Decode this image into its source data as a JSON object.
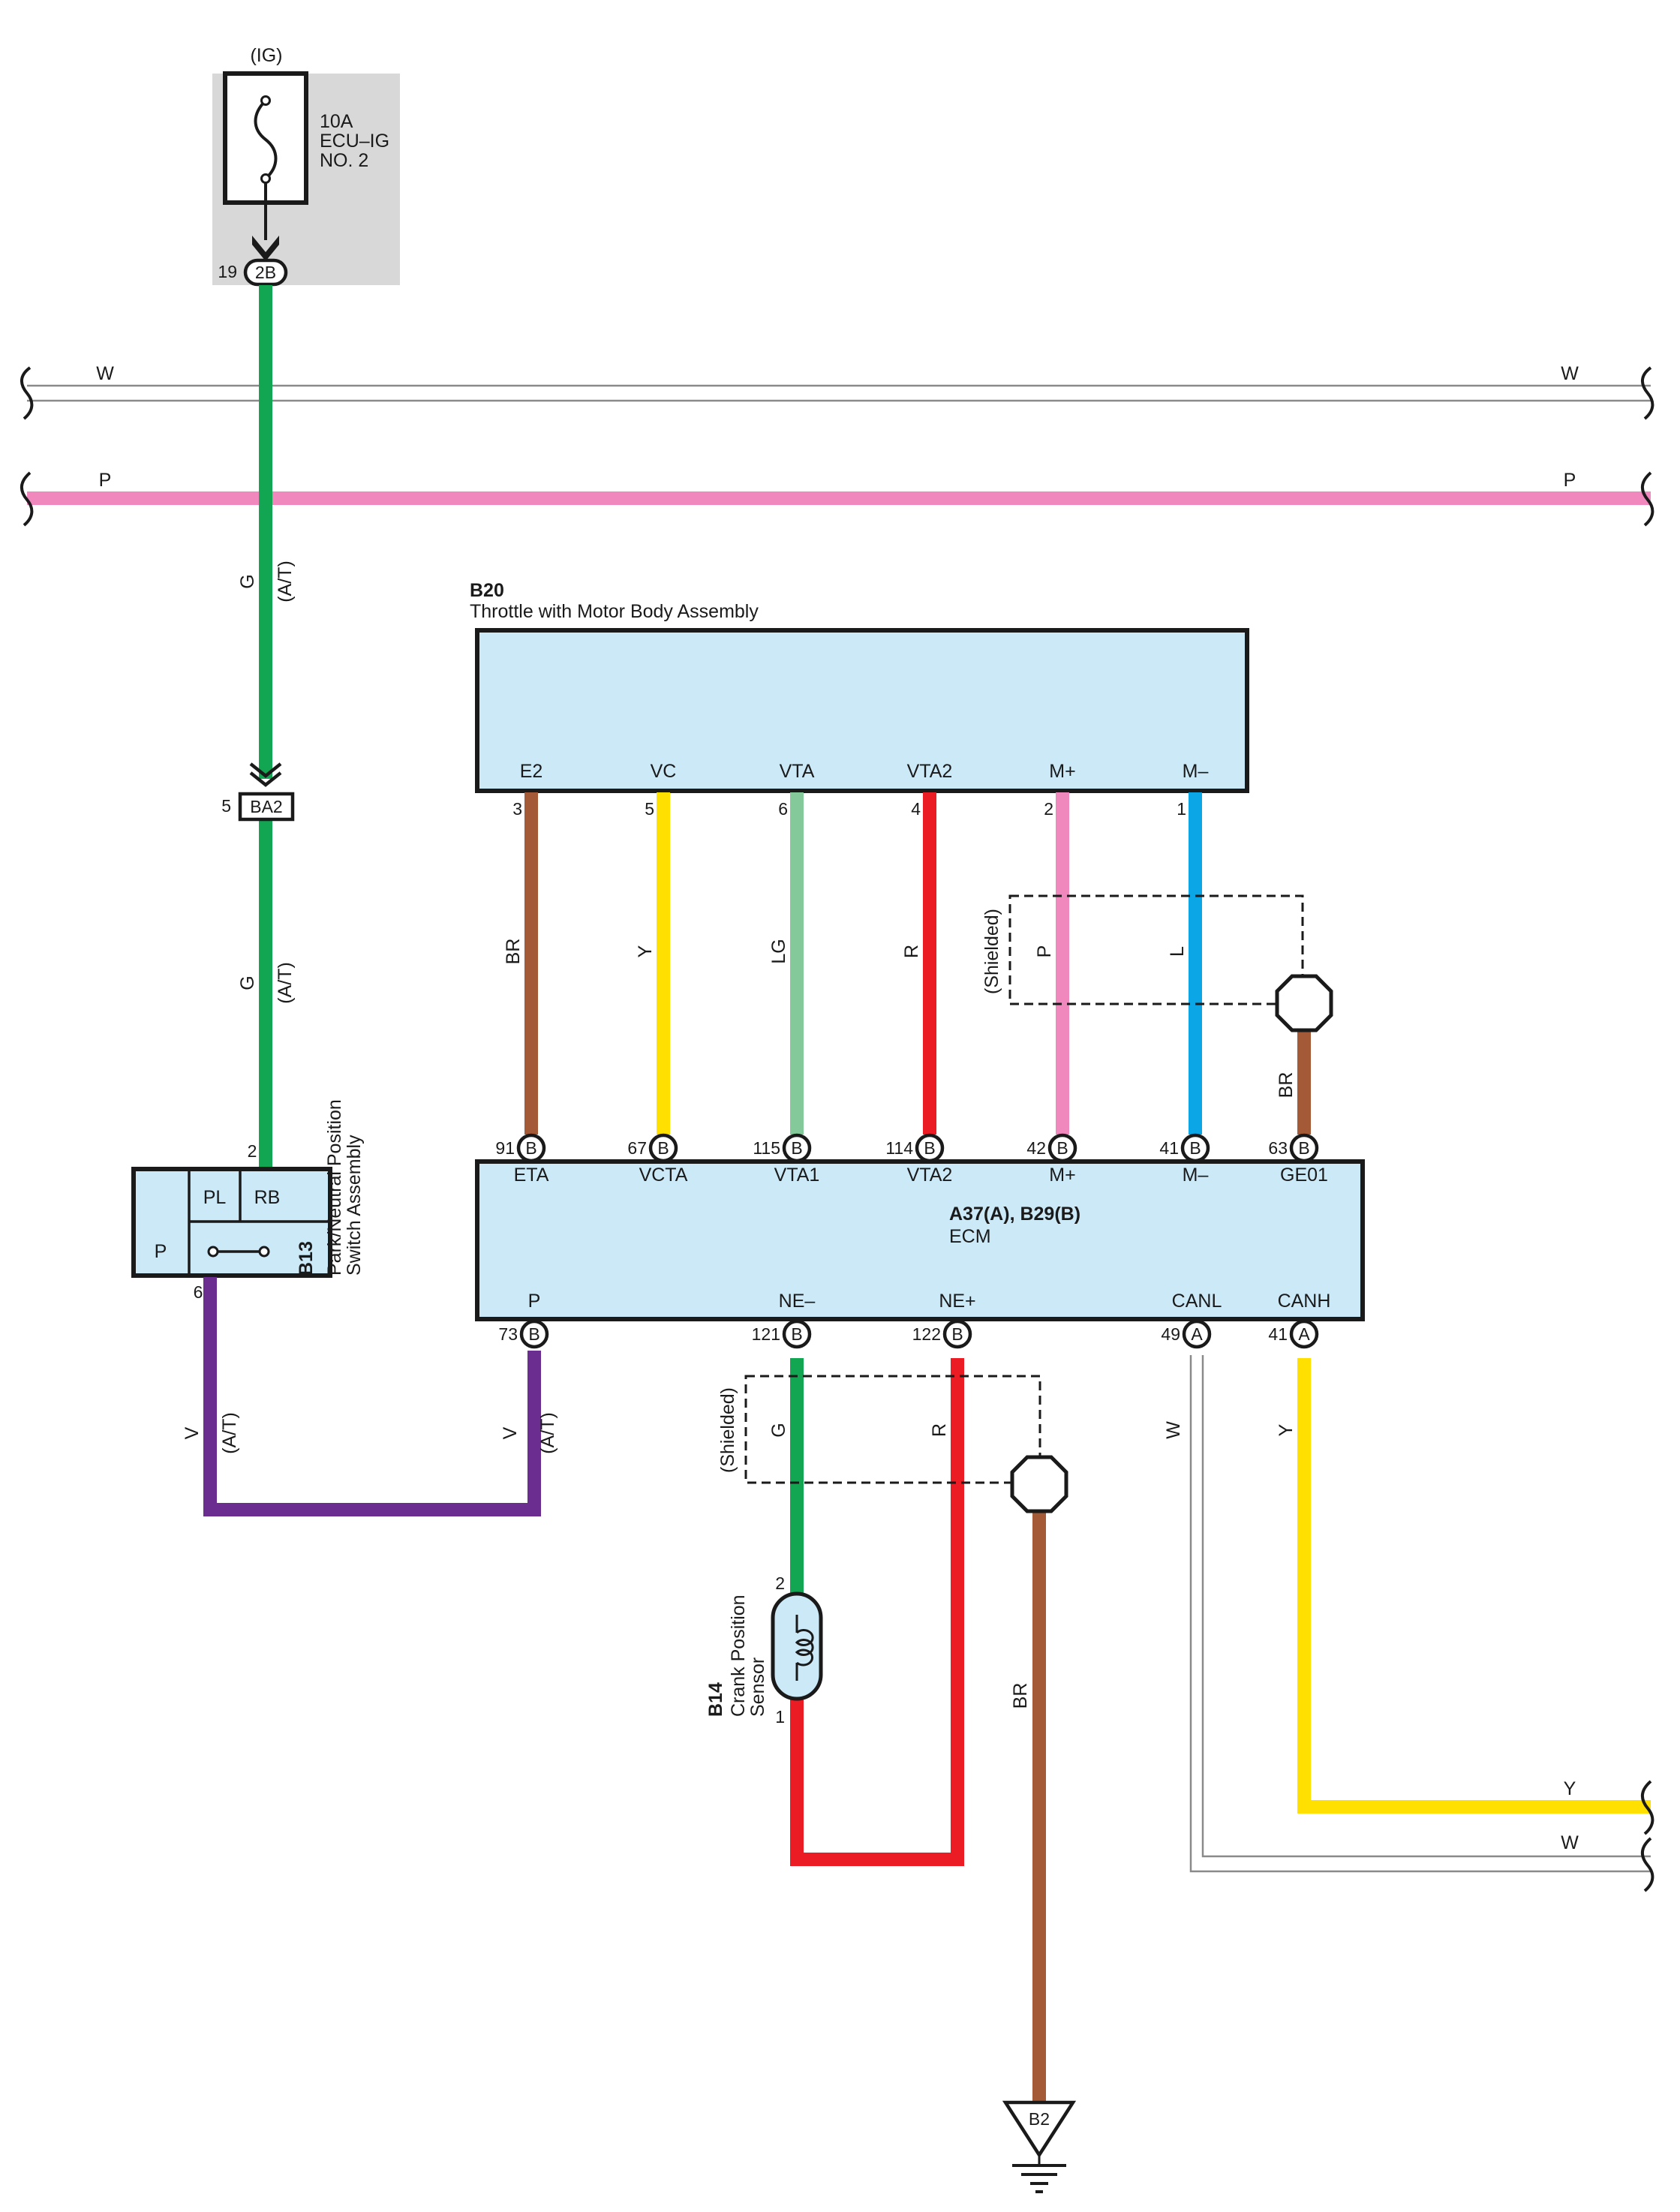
{
  "colors": {
    "G": "#12a552",
    "P": "#f088bd",
    "BR": "#a45a36",
    "Y": "#ffe000",
    "LG": "#84c99a",
    "R": "#ec1c24",
    "L": "#0aa6e6",
    "V": "#6c2d91",
    "W": "#8a8a8a",
    "box_fill": "#cce9f8",
    "fuse_area": "#d8d8d8"
  },
  "fuse": {
    "circuit": "(IG)",
    "rating": "10A",
    "name_line1": "ECU–IG",
    "name_line2": "NO. 2",
    "pin": "19",
    "connector": "2B"
  },
  "buses": {
    "w_left": "W",
    "w_right": "W",
    "p_left": "P",
    "p_right": "P"
  },
  "wire_labels": {
    "g_top": "G",
    "at_top": "(A/T)",
    "g_mid": "G",
    "at_mid": "(A/T)",
    "v_left": "V",
    "at_v_left": "(A/T)",
    "v_right": "V",
    "at_v_right": "(A/T)",
    "br_e2": "BR",
    "y_vc": "Y",
    "lg_vta": "LG",
    "r_vta2": "R",
    "p_m": "P",
    "l_m": "L",
    "shielded_top": "(Shielded)",
    "br_ge01": "BR",
    "shielded_bot": "(Shielded)",
    "g_ne": "G",
    "r_ne": "R",
    "br_ground": "BR",
    "w_canl": "W",
    "y_canh": "Y",
    "y_out": "Y",
    "w_out": "W"
  },
  "junction": {
    "pin": "5",
    "connector": "BA2"
  },
  "throttle": {
    "code": "B20",
    "name": "Throttle with Motor Body Assembly",
    "terminals": [
      {
        "name": "E2",
        "pin": "3"
      },
      {
        "name": "VC",
        "pin": "5"
      },
      {
        "name": "VTA",
        "pin": "6"
      },
      {
        "name": "VTA2",
        "pin": "4"
      },
      {
        "name": "M+",
        "pin": "2"
      },
      {
        "name": "M–",
        "pin": "1"
      }
    ]
  },
  "ecm": {
    "code": "A37(A), B29(B)",
    "name": "ECM",
    "top_terminals": [
      {
        "name": "ETA",
        "pin": "91",
        "conn": "B"
      },
      {
        "name": "VCTA",
        "pin": "67",
        "conn": "B"
      },
      {
        "name": "VTA1",
        "pin": "115",
        "conn": "B"
      },
      {
        "name": "VTA2",
        "pin": "114",
        "conn": "B"
      },
      {
        "name": "M+",
        "pin": "42",
        "conn": "B"
      },
      {
        "name": "M–",
        "pin": "41",
        "conn": "B"
      },
      {
        "name": "GE01",
        "pin": "63",
        "conn": "B"
      }
    ],
    "bottom_terminals": [
      {
        "name": "P",
        "pin": "73",
        "conn": "B"
      },
      {
        "name": "NE–",
        "pin": "121",
        "conn": "B"
      },
      {
        "name": "NE+",
        "pin": "122",
        "conn": "B"
      },
      {
        "name": "CANL",
        "pin": "49",
        "conn": "A"
      },
      {
        "name": "CANH",
        "pin": "41",
        "conn": "A"
      }
    ]
  },
  "pnp_switch": {
    "code": "B13",
    "name_line1": "Park/Neutral Position",
    "name_line2": "Switch Assembly",
    "cells": [
      "PL",
      "RB",
      "P"
    ],
    "pin_top": "2",
    "pin_bottom": "6"
  },
  "crank_sensor": {
    "code": "B14",
    "name_line1": "Crank Position",
    "name_line2": "Sensor",
    "pin_top": "2",
    "pin_bottom": "1"
  },
  "ground": {
    "label": "B2"
  }
}
